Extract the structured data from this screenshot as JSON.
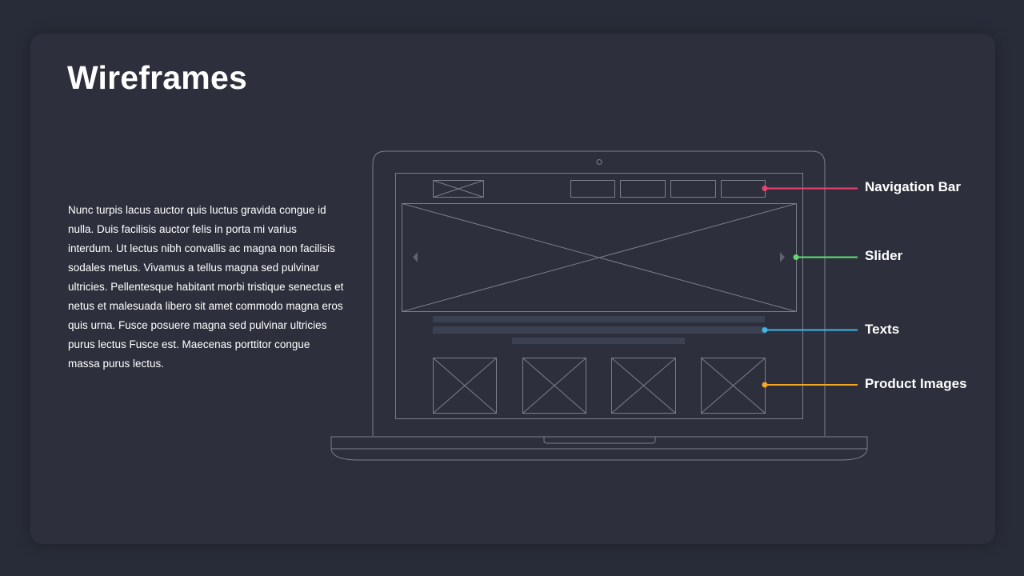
{
  "slide": {
    "title": "Wireframes",
    "body": "Nunc turpis lacus auctor quis luctus gravida congue id nulla. Duis facilisis auctor felis in porta mi varius interdum. Ut lectus nibh convallis ac magna non facilisis sodales metus. Vivamus a tellus magna sed pulvinar ultricies. Pellentesque habitant morbi tristique senectus et netus et malesuada libero sit amet commodo magna eros quis urna. Fusce posuere magna sed pulvinar ultricies purus lectus Fusce est. Maecenas porttitor congue massa purus lectus."
  },
  "callouts": [
    {
      "label": "Navigation Bar",
      "color": "#e8436c"
    },
    {
      "label": "Slider",
      "color": "#5fdc6e"
    },
    {
      "label": "Texts",
      "color": "#41b6e6"
    },
    {
      "label": "Product Images",
      "color": "#f5a623"
    }
  ],
  "colors": {
    "background": "#282c38",
    "card": "#2d303c",
    "wire_stroke": "#7a7e8c",
    "text_bar": "#3c4152"
  }
}
